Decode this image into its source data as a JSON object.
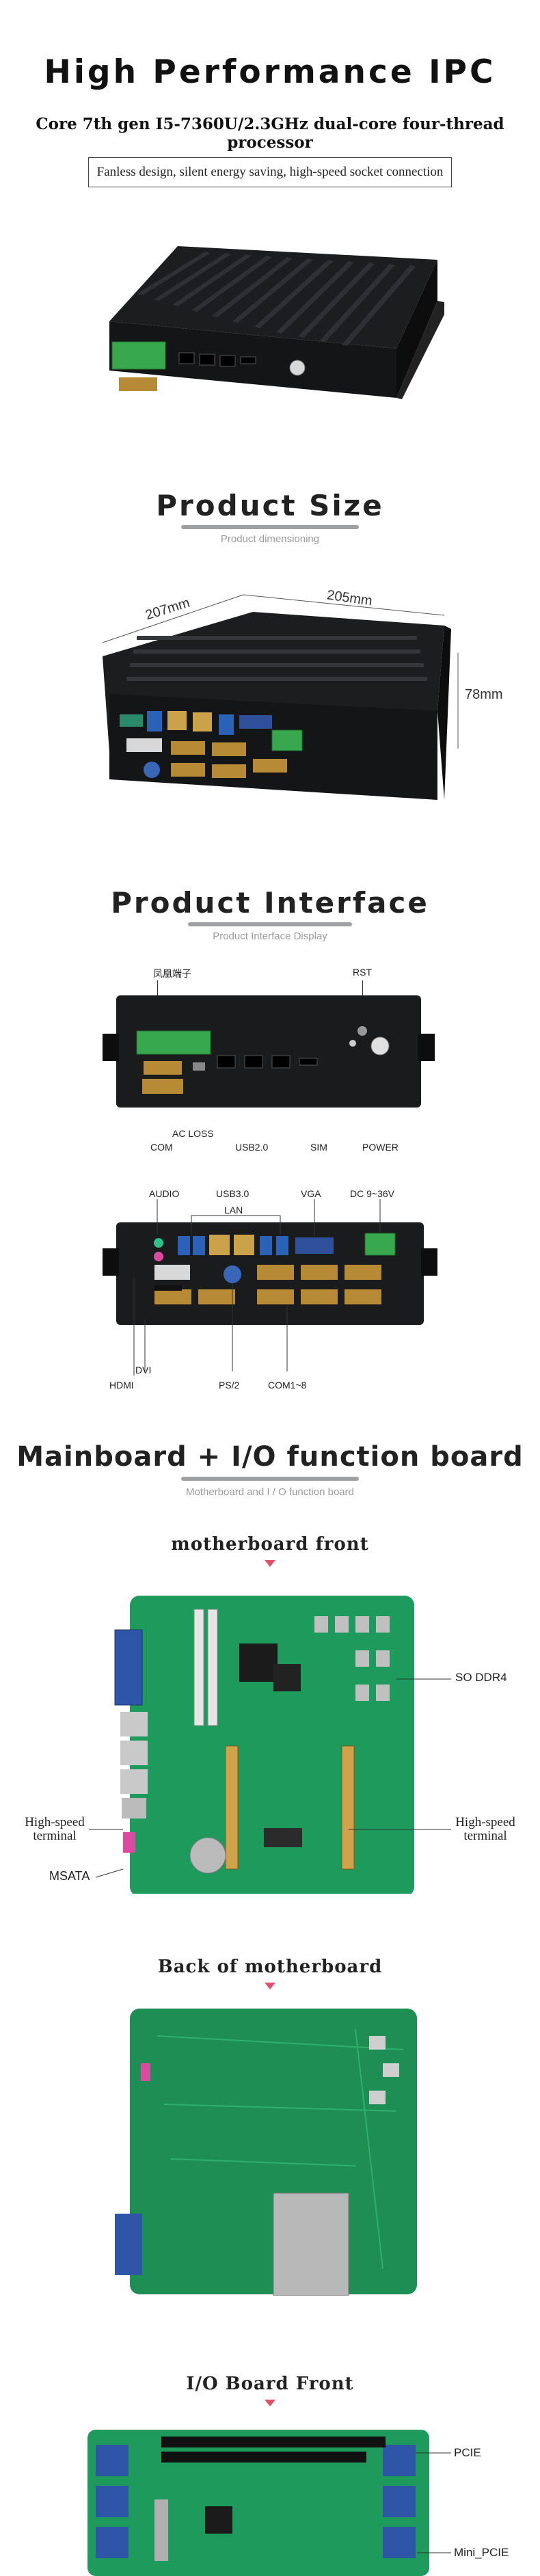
{
  "hero": {
    "title": "High Performance IPC",
    "subtitle": "Core 7th gen I5-7360U/2.3GHz dual-core four-thread processor",
    "feature_box": "Fanless design, silent energy saving, high-speed socket connection"
  },
  "product_size": {
    "title": "Product Size",
    "subtitle": "Product dimensioning",
    "dim_depth": "207mm",
    "dim_width": "205mm",
    "dim_height": "78mm"
  },
  "product_interface": {
    "title": "Product Interface",
    "subtitle": "Product Interface Display",
    "front_labels": {
      "phoenix": "凤凰端子",
      "rst": "RST",
      "ac_loss": "AC LOSS",
      "com": "COM",
      "usb2": "USB2.0",
      "sim": "SIM",
      "power": "POWER"
    },
    "rear_labels": {
      "audio": "AUDIO",
      "usb3": "USB3.0",
      "lan": "LAN",
      "vga": "VGA",
      "dc": "DC 9~36V",
      "dvi": "DVI",
      "hdmi": "HDMI",
      "ps2": "PS/2",
      "com18": "COM1~8"
    }
  },
  "mainboard": {
    "title": "Mainboard + I/O function board",
    "subtitle": "Motherboard and I / O function board",
    "front_heading": "motherboard front",
    "so_ddr4": "SO DDR4",
    "hs_left": "High-speed terminal",
    "hs_right": "High-speed terminal",
    "msata": "MSATA",
    "back_heading": "Back of motherboard",
    "io_heading": "I/O Board Front",
    "pcie": "PCIE",
    "mini_pcie": "Mini_PCIE"
  },
  "colors": {
    "accent_triangle": "#e0506a",
    "pcb_green": "#1d9a5c",
    "divider_gray": "#9ea0a3"
  }
}
